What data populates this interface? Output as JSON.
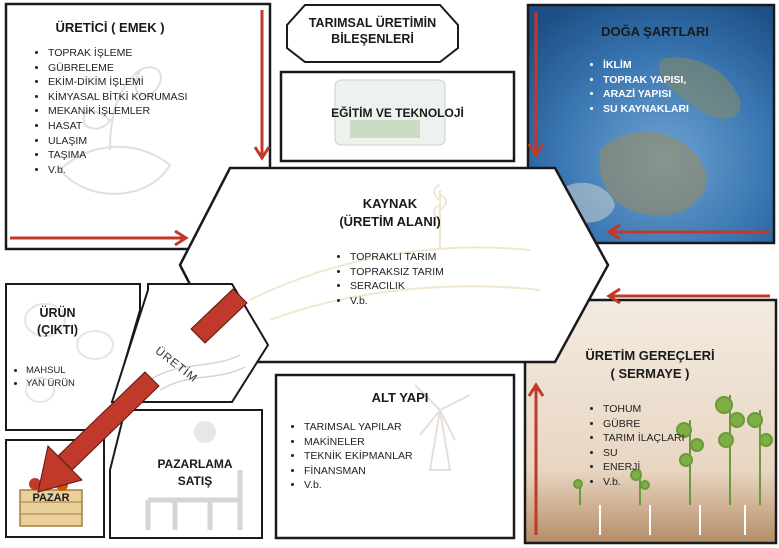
{
  "title": "TARIMSAL ÜRETİMİN BİLEŞENLERİ",
  "uretici": {
    "title": "ÜRETİCİ ( EMEK )",
    "items": [
      "TOPRAK İŞLEME",
      "GÜBRELEME",
      "EKİM-DİKİM İŞLEMİ",
      "KİMYASAL BİTKİ KORUMASI",
      "MEKANİK İŞLEMLER",
      "HASAT",
      "ULAŞIM",
      "TAŞIMA",
      "V.b."
    ]
  },
  "egitim": {
    "title": "EĞİTİM VE  TEKNOLOJİ"
  },
  "doga": {
    "title": "DOĞA ŞARTLARI",
    "items": [
      "İKLİM",
      "TOPRAK YAPISI,",
      "ARAZİ YAPISI",
      "SU KAYNAKLARI"
    ]
  },
  "kaynak": {
    "title_line1": "KAYNAK",
    "title_line2": "(ÜRETİM ALANI)",
    "items": [
      "TOPRAKLI TARIM",
      "TOPRAKSIZ TARIM",
      "SERACILIK",
      "V.b."
    ]
  },
  "urun": {
    "title_line1": "ÜRÜN",
    "title_line2": "(ÇIKTI)",
    "items": [
      "MAHSUL",
      "YAN ÜRÜN"
    ]
  },
  "uretim_label": "ÜRETİM",
  "alt_yapi": {
    "title": "ALT YAPI",
    "items": [
      "TARIMSAL YAPILAR",
      "MAKİNELER",
      "TEKNİK EKİPMANLAR",
      "FİNANSMAN",
      "V.b."
    ]
  },
  "sermaye": {
    "title_line1": "ÜRETİM GEREÇLERİ",
    "title_line2": "( SERMAYE )",
    "items": [
      "TOHUM",
      "GÜBRE",
      "TARIM İLAÇLARI",
      "SU",
      "ENERJİ",
      "V.b."
    ]
  },
  "pazarlama": {
    "line1": "PAZARLAMA",
    "line2": "SATIŞ"
  },
  "pazar": "PAZAR",
  "colors": {
    "arrow": "#c0392b",
    "border": "#1a1a1a",
    "earth_blue": "#2f6fa8",
    "plant_green": "#6a9a3a"
  }
}
